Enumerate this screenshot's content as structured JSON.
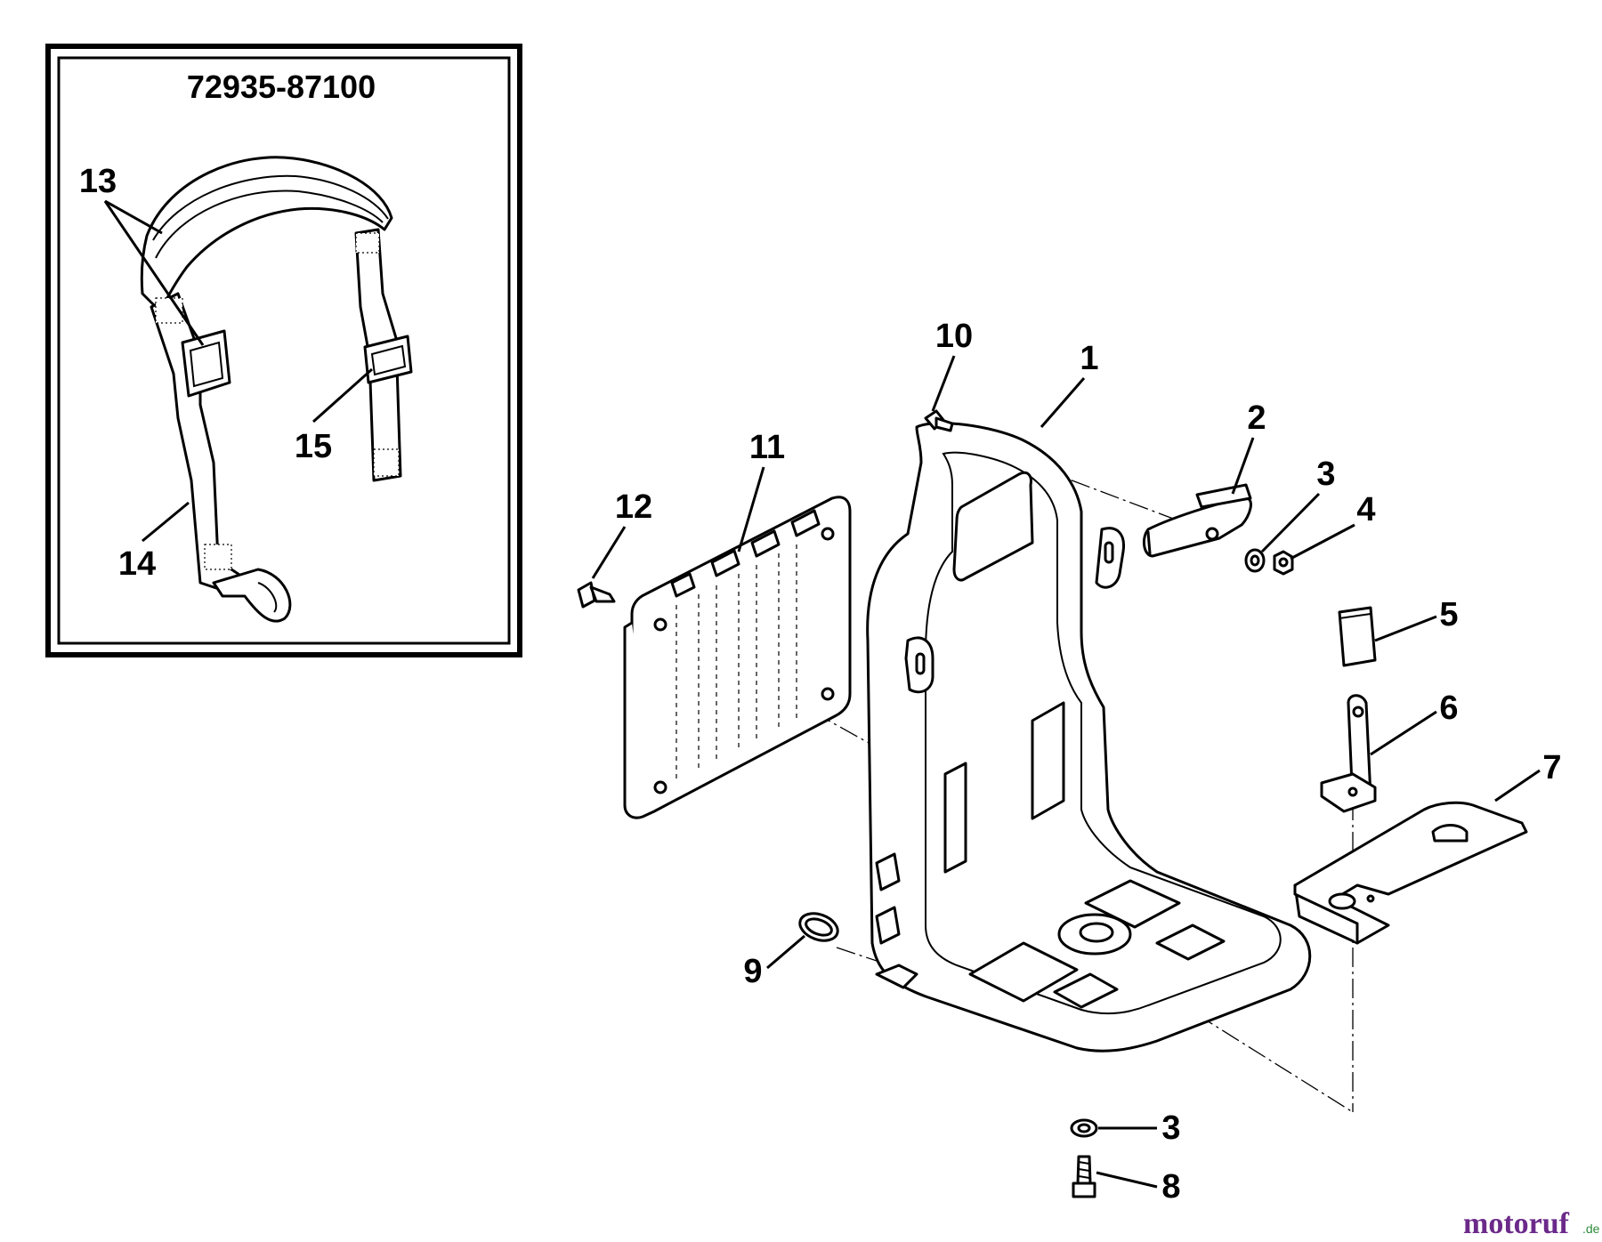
{
  "inset": {
    "title": "72935-87100"
  },
  "callouts": {
    "c1": "1",
    "c2": "2",
    "c3a": "3",
    "c3b": "3",
    "c4": "4",
    "c5": "5",
    "c6": "6",
    "c7": "7",
    "c8": "8",
    "c9": "9",
    "c10": "10",
    "c11": "11",
    "c12": "12",
    "c13": "13",
    "c14": "14",
    "c15": "15"
  },
  "watermark": {
    "brand": "motoruf",
    "suffix": ".de",
    "brand_color": "#6b2a8a",
    "accent_color": "#2e8b3a"
  }
}
